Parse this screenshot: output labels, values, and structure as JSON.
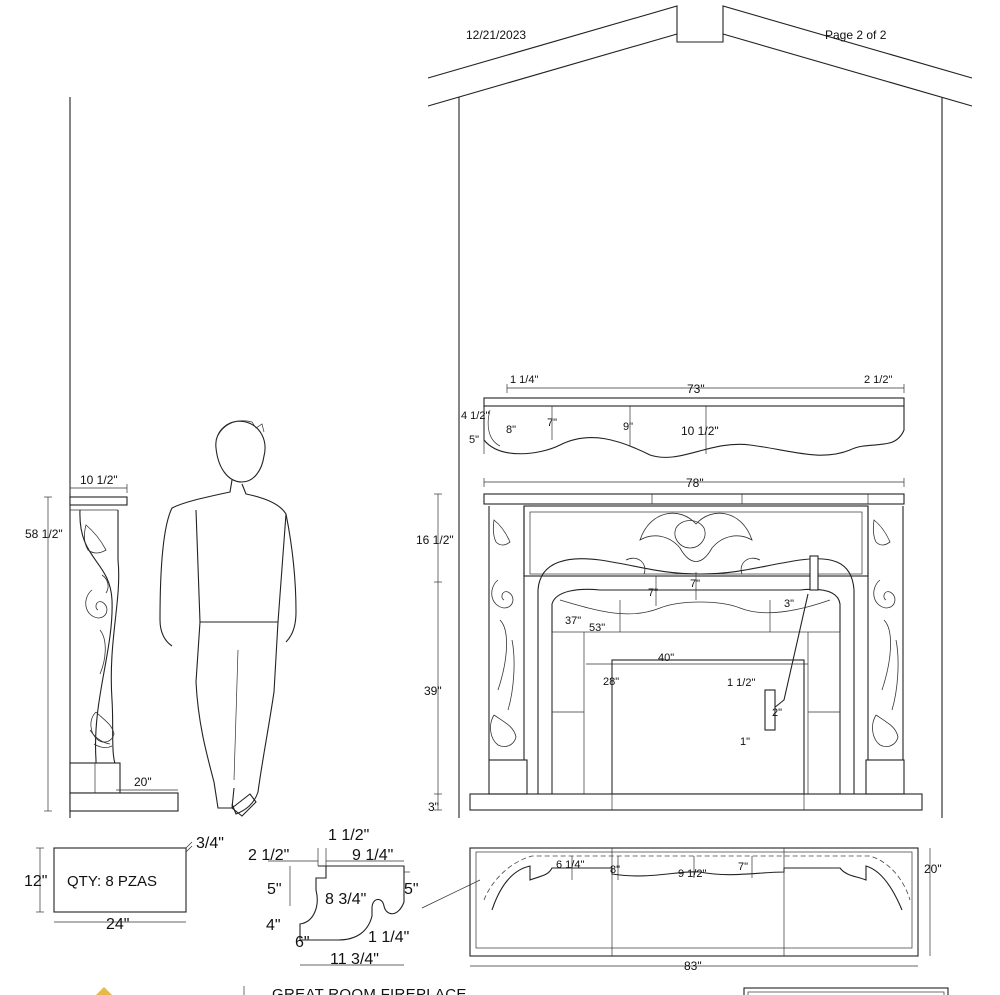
{
  "header": {
    "date": "12/21/2023",
    "page": "Page 2 of 2"
  },
  "title_block": {
    "title": "GREAT ROOM FIREPLACE"
  },
  "side_view": {
    "height": "58 1/2\"",
    "top_depth": "10 1/2\"",
    "base_depth": "20\""
  },
  "shelf_view": {
    "left_overhang": "1 1/4\"",
    "width": "73\"",
    "right_overhang": "2 1/2\"",
    "top_height": "4 1/2\"",
    "bottom_height": "5\"",
    "end_depth": "8\"",
    "depth_a": "7\"",
    "depth_b": "9\"",
    "depth_c": "10 1/2\""
  },
  "front_view": {
    "overall_width": "78\"",
    "frieze_height": "16 1/2\"",
    "leg_height": "39\"",
    "hearth_height": "3\"",
    "arch_left": "7\"",
    "arch_right": "7\"",
    "reveal": "3\"",
    "inner_height": "37\"",
    "inner_width": "53\"",
    "firebox_width": "40\"",
    "firebox_height": "28\"",
    "profile_width": "1 1/2\"",
    "profile_depth": "2\"",
    "profile_lip": "1\""
  },
  "block": {
    "label": "QTY: 8 PZAS",
    "height": "12\"",
    "width": "24\"",
    "thickness": "3/4\""
  },
  "molding_profile": {
    "top": "1 1/2\"",
    "left_step": "2 1/2\"",
    "top_run": "9 1/4\"",
    "left_upper": "5\"",
    "right_upper": "5\"",
    "center": "8 3/4\"",
    "left_lower": "4\"",
    "bottom_right": "1 1/4\"",
    "bottom_left": "6\"",
    "bottom_run": "11 3/4\""
  },
  "plan_view": {
    "depth": "20\"",
    "width": "83\"",
    "d1": "6 1/4\"",
    "d2": "8\"",
    "d3": "9 1/2\"",
    "d4": "7\""
  }
}
